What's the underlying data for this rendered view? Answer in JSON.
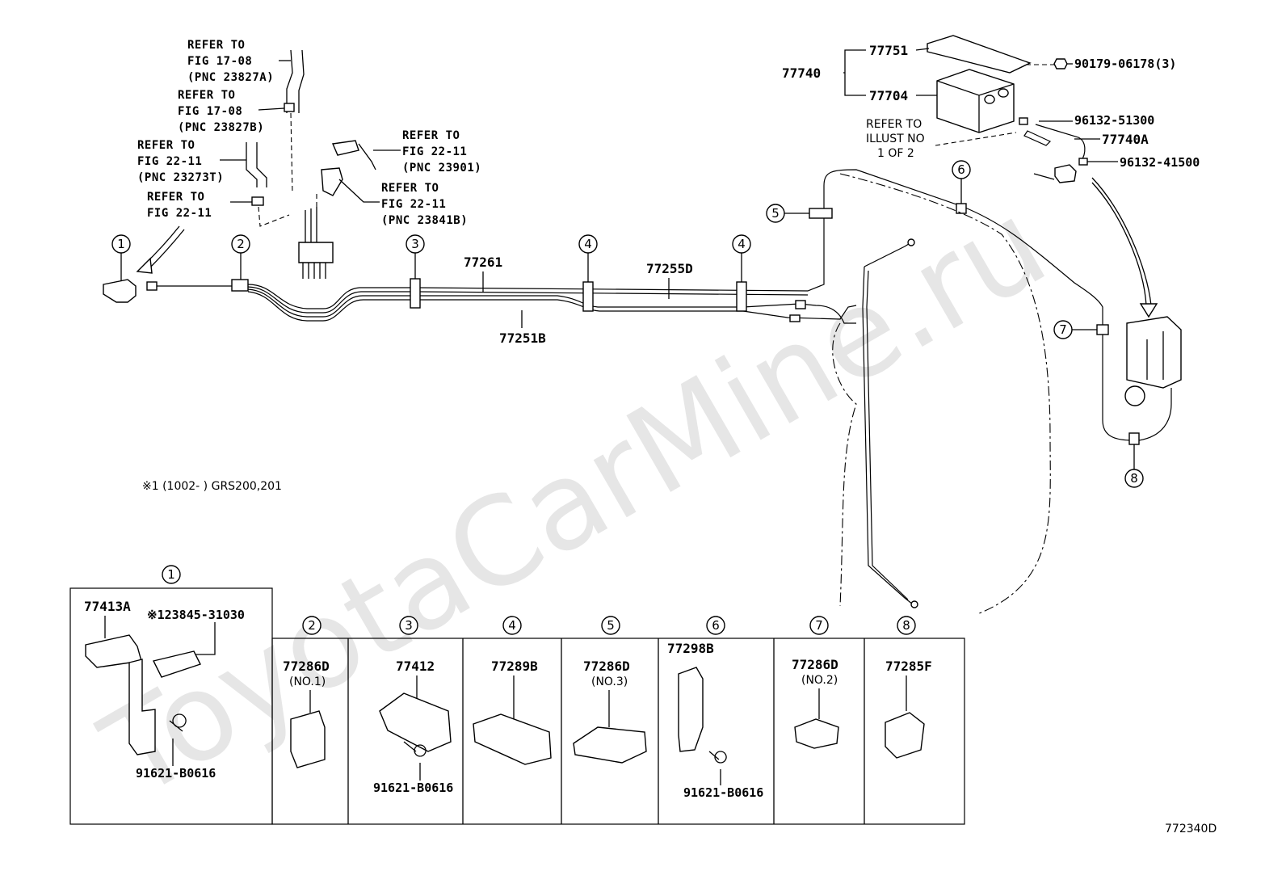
{
  "watermark": "ToyotaCarMine.ru",
  "figure_code": "772340D",
  "footnote": "※1 (1002-    ) GRS200,201",
  "refer": {
    "r1": [
      "REFER TO",
      "FIG 17-08",
      "(PNC 23827A)"
    ],
    "r2": [
      "REFER TO",
      "FIG 17-08",
      "(PNC 23827B)"
    ],
    "r3": [
      "REFER TO",
      "FIG 22-11",
      "(PNC 23273T)"
    ],
    "r4": [
      "REFER TO",
      "FIG 22-11"
    ],
    "r5": [
      "REFER TO",
      "FIG 22-11",
      "(PNC 23901)"
    ],
    "r6": [
      "REFER TO",
      "FIG 22-11",
      "(PNC 23841B)"
    ],
    "r7": [
      "REFER TO",
      "ILLUST NO",
      "1 OF 2"
    ]
  },
  "parts": {
    "p77740": "77740",
    "p77751": "77751",
    "p77704": "77704",
    "p90179": "90179-06178(3)",
    "p96132a": "96132-51300",
    "p77740A": "77740A",
    "p96132b": "96132-41500",
    "p77261": "77261",
    "p77255D": "77255D",
    "p77251B": "77251B"
  },
  "callouts": [
    "1",
    "2",
    "3",
    "4",
    "4",
    "5",
    "6",
    "7",
    "8"
  ],
  "details": {
    "d1": {
      "num": "1",
      "a": "77413A",
      "b": "※123845-31030",
      "c": "91621-B0616"
    },
    "d2": {
      "num": "2",
      "a": "77286D",
      "b": "(NO.1)"
    },
    "d3": {
      "num": "3",
      "a": "77412",
      "c": "91621-B0616"
    },
    "d4": {
      "num": "4",
      "a": "77289B"
    },
    "d5": {
      "num": "5",
      "a": "77286D",
      "b": "(NO.3)"
    },
    "d6": {
      "num": "6",
      "a": "77298B",
      "c": "91621-B0616"
    },
    "d7": {
      "num": "7",
      "a": "77286D",
      "b": "(NO.2)"
    },
    "d8": {
      "num": "8",
      "a": "77285F"
    }
  }
}
